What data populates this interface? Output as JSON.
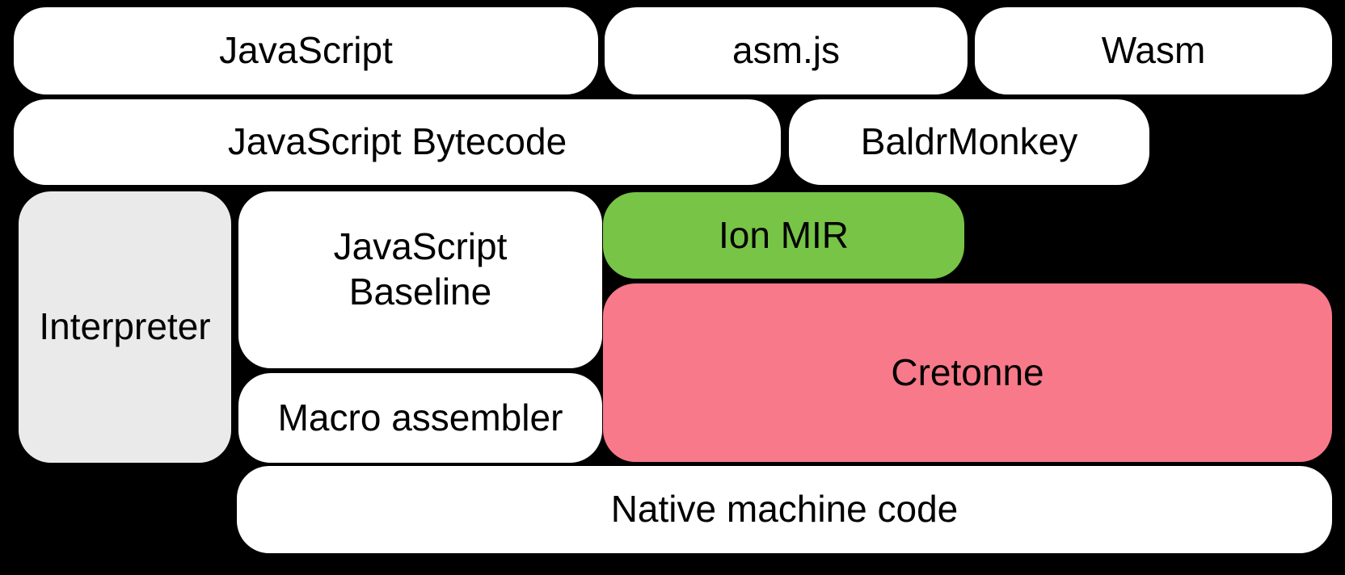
{
  "colors": {
    "background": "#000000",
    "box_white": "#FFFFFF",
    "box_gray": "#EAEAEA",
    "box_green": "#77C447",
    "box_pink": "#F7798A",
    "text": "#000000"
  },
  "blocks": {
    "javascript": {
      "label": "JavaScript"
    },
    "asmjs": {
      "label": "asm.js"
    },
    "wasm": {
      "label": "Wasm"
    },
    "bytecode": {
      "label": "JavaScript Bytecode"
    },
    "baldrmonkey": {
      "label": "BaldrMonkey"
    },
    "interpreter": {
      "label": "Interpreter"
    },
    "baseline": {
      "lines": [
        "JavaScript",
        "Baseline"
      ]
    },
    "ionmir": {
      "label": "Ion MIR"
    },
    "cretonne": {
      "label": "Cretonne"
    },
    "macro": {
      "label": "Macro assembler"
    },
    "native": {
      "label": "Native machine code"
    }
  }
}
